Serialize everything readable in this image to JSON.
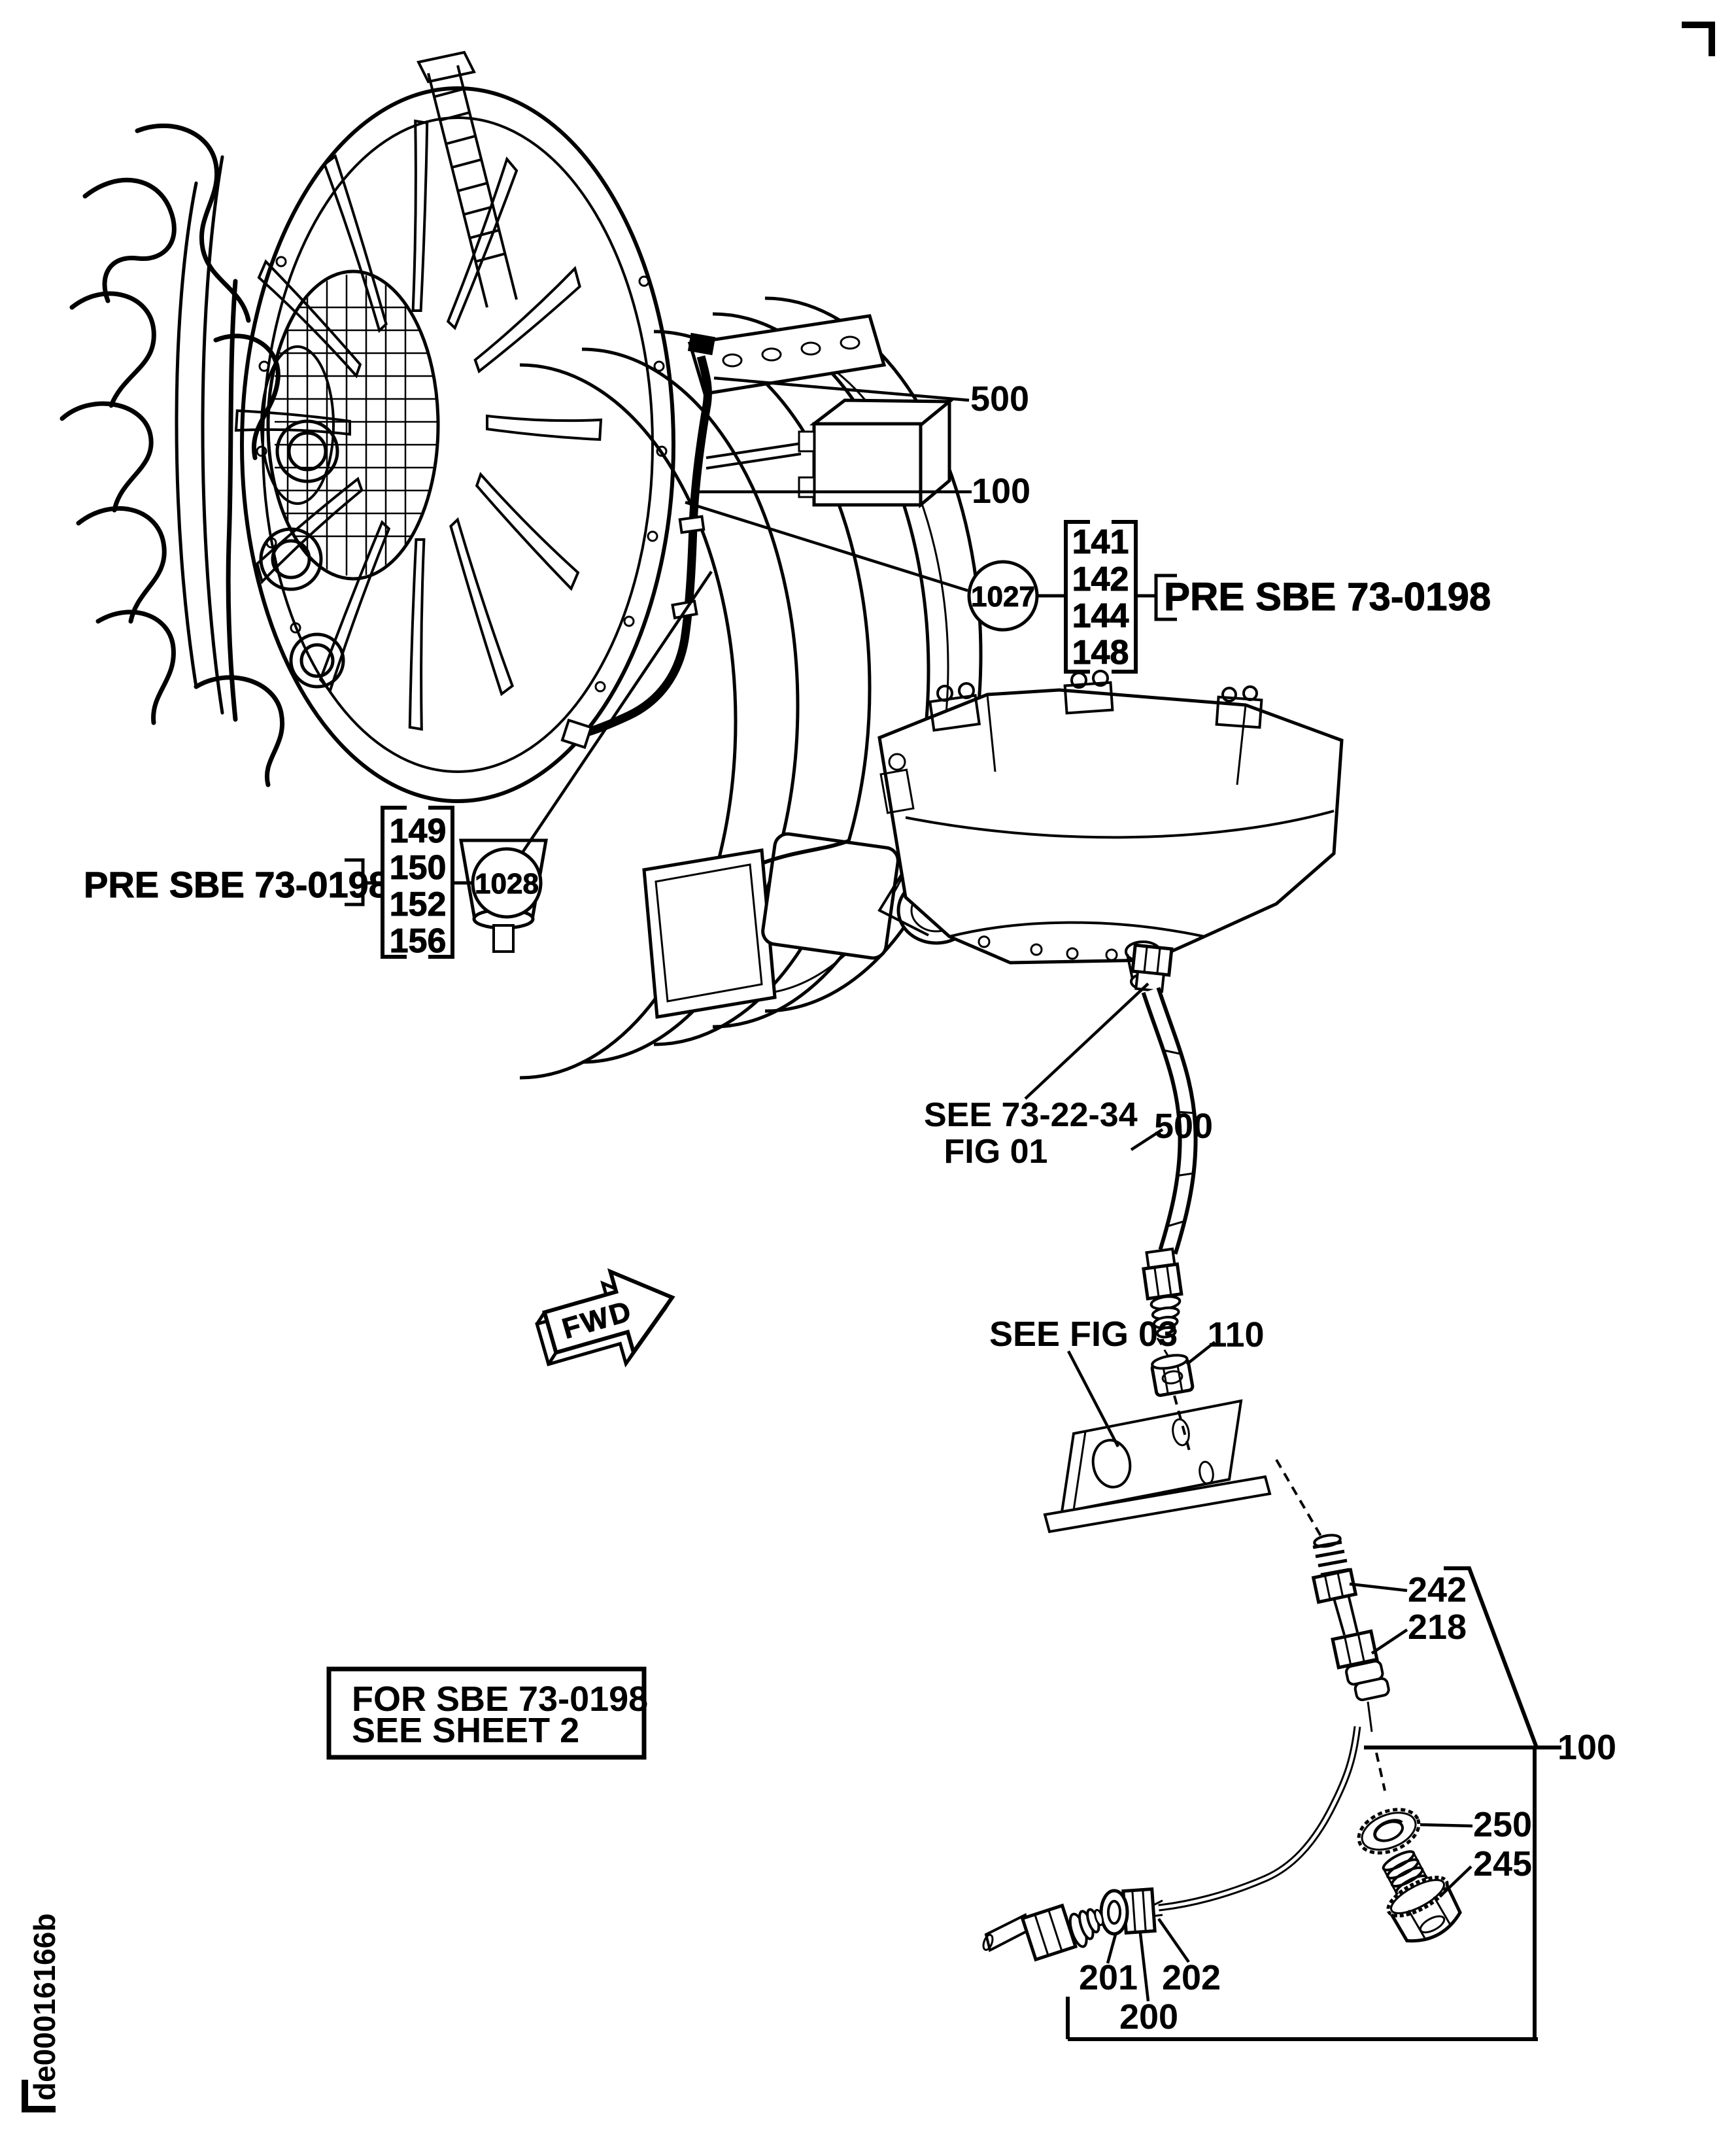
{
  "colors": {
    "ink": "#000000",
    "paper": "#ffffff"
  },
  "figure": {
    "drawing_number": "de00016166b",
    "fwd_arrow_label": "FWD",
    "note_box": {
      "line1": "FOR SBE 73-0198",
      "line2": "SEE SHEET 2"
    },
    "references": {
      "gearbox_ref_line1": "SEE 73-22-34",
      "gearbox_ref_line2": "FIG 01",
      "bracket_ref": "SEE FIG 03"
    },
    "effectivity_right": {
      "circle": "1027",
      "items": [
        "141",
        "142",
        "144",
        "148"
      ],
      "label": "PRE SBE 73-0198"
    },
    "effectivity_left": {
      "label": "PRE SBE 73-0198",
      "items": [
        "149",
        "150",
        "152",
        "156"
      ],
      "circle": "1028"
    },
    "callouts": {
      "hose": "500",
      "tube": "100",
      "nut": "110",
      "coupling_nut": "242",
      "sleeve": "218",
      "washer": "250",
      "bolt": "245",
      "packing": "201",
      "check_nut": "202",
      "union": "200"
    }
  }
}
